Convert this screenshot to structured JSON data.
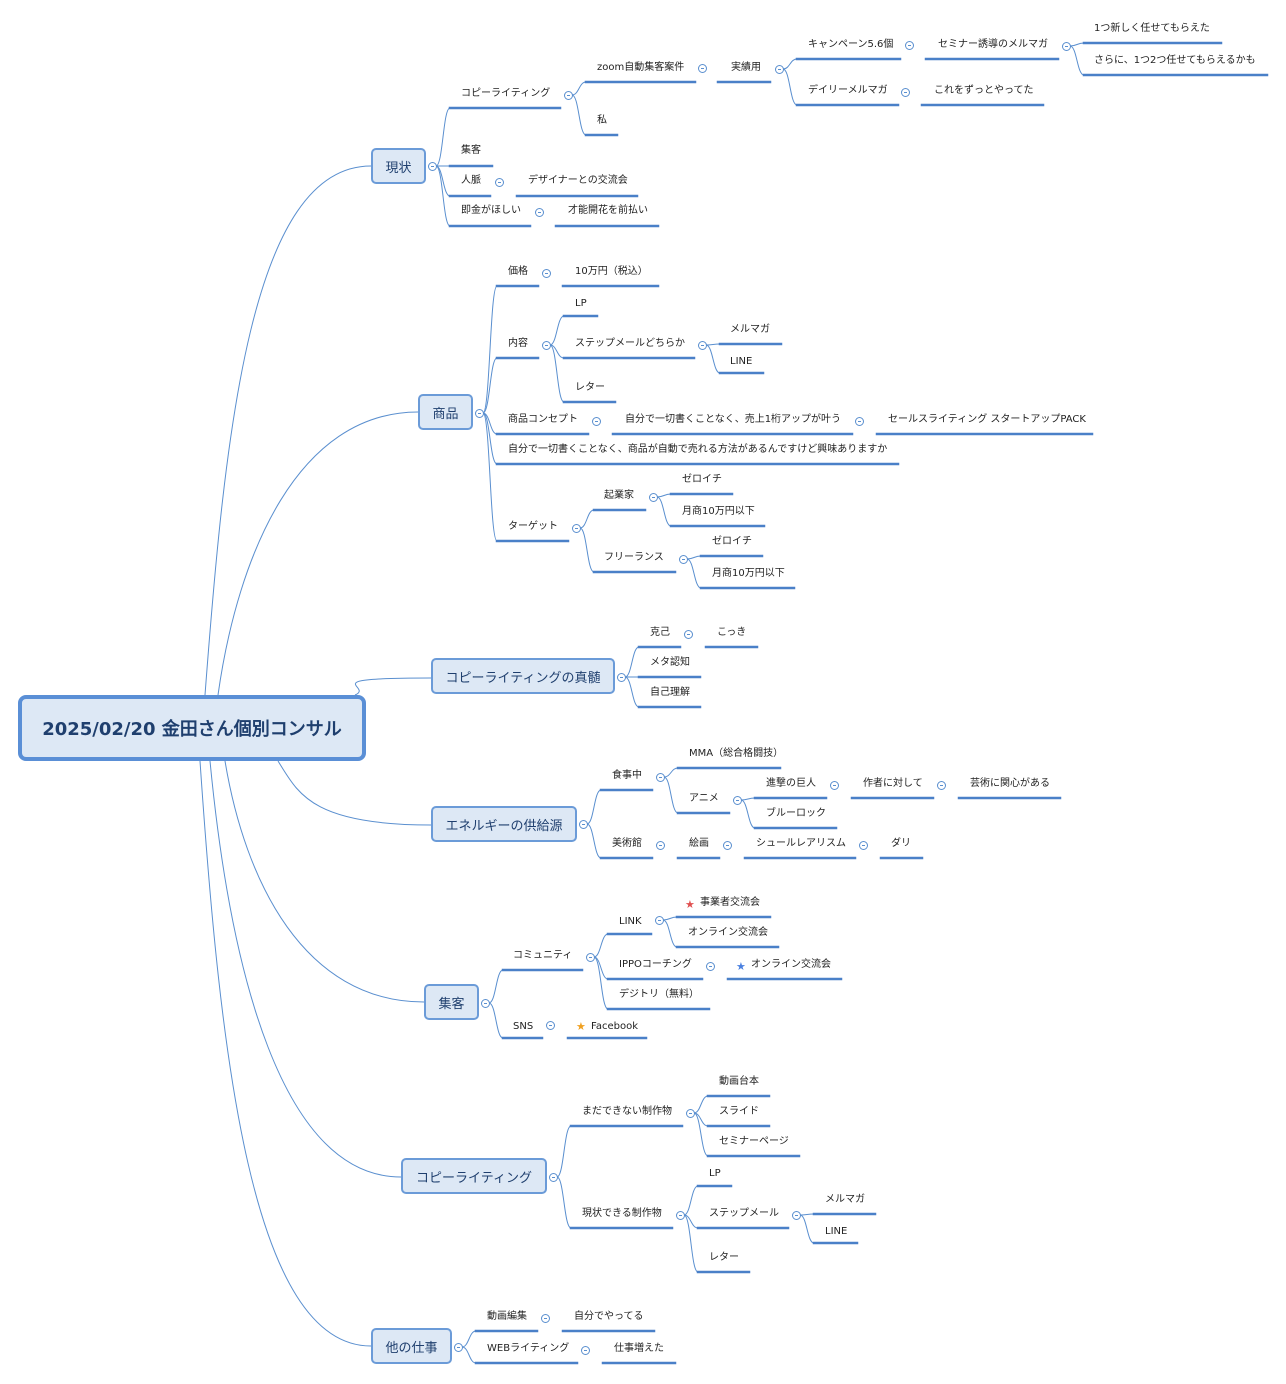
{
  "title": "2025/02/20 金田さん個別コンサル",
  "branches": {
    "genjo": "現状",
    "shohin": "商品",
    "shinzui": "コピーライティングの真髄",
    "energy": "エネルギーの供給源",
    "shukyaku": "集客",
    "copy": "コピーライティング",
    "hoka": "他の仕事"
  },
  "labels": {
    "g_copy": "コピーライティング",
    "g_zoom": "zoom自動集客案件",
    "g_jisseki": "実績用",
    "g_campaign": "キャンペーン5.6個",
    "g_seminar": "セミナー誘導のメルマガ",
    "g_one": "1つ新しく任せてもらえた",
    "g_more": "さらに、1つ2つ任せてもらえるかも",
    "g_daily": "デイリーメルマガ",
    "g_zutto": "これをずっとやってた",
    "g_watashi": "私",
    "g_shukyaku": "集客",
    "g_jinmyaku": "人脈",
    "g_designer": "デザイナーとの交流会",
    "g_sokkin": "即金がほしい",
    "g_sainou": "才能開花を前払い",
    "s_kakaku": "価格",
    "s_10man": "10万円（税込）",
    "s_naiyou": "内容",
    "s_lp": "LP",
    "s_step": "ステップメールどちらか",
    "s_merumaga": "メルマガ",
    "s_line": "LINE",
    "s_letter": "レター",
    "s_concept": "商品コンセプト",
    "s_jibun1": "自分で一切書くことなく、売上1桁アップが叶う",
    "s_pack": "セールスライティング スタートアップPACK",
    "s_jibun2": "自分で一切書くことなく、商品が自動で売れる方法があるんですけど興味ありますか",
    "s_target": "ターゲット",
    "s_kigyou": "起業家",
    "s_zeroichi1": "ゼロイチ",
    "s_gessho1": "月商10万円以下",
    "s_free": "フリーランス",
    "s_zeroichi2": "ゼロイチ",
    "s_gessho2": "月商10万円以下",
    "c_kokki": "克己",
    "c_kokki2": "こっき",
    "c_meta": "メタ認知",
    "c_jiko": "自己理解",
    "e_shokuji": "食事中",
    "e_mma": "MMA（総合格闘技）",
    "e_anime": "アニメ",
    "e_shingeki": "進撃の巨人",
    "e_sakusha": "作者に対して",
    "e_geijutsu": "芸術に関心がある",
    "e_bluelock": "ブルーロック",
    "e_bijutsukan": "美術館",
    "e_kaiga": "絵画",
    "e_surreal": "シュールレアリスム",
    "e_dali": "ダリ",
    "k_community": "コミュニティ",
    "k_link": "LINK",
    "k_jigyousha": "事業者交流会",
    "k_online1": "オンライン交流会",
    "k_ippo": "IPPOコーチング",
    "k_online2": "オンライン交流会",
    "k_dejitori": "デジトリ（無料）",
    "k_sns": "SNS",
    "k_facebook": "Facebook",
    "w_madada": "まだできない制作物",
    "w_douga": "動画台本",
    "w_slide": "スライド",
    "w_seminarpage": "セミナーページ",
    "w_genjo": "現状できる制作物",
    "w_lp": "LP",
    "w_step": "ステップメール",
    "w_merumaga": "メルマガ",
    "w_line": "LINE",
    "w_letter": "レター",
    "h_douga": "動画編集",
    "h_jibun": "自分でやってる",
    "h_web": "WEBライティング",
    "h_fueta": "仕事増えた"
  },
  "colors": {
    "line": "#5a8fcf",
    "node_fill": "#dde8f5",
    "node_border": "#6b9bd8",
    "star_red": "#e05050",
    "star_blue": "#4a80e0",
    "star_orange": "#f0a020"
  },
  "icons": [
    "collapse-toggle-icon",
    "red-star-icon",
    "blue-star-icon",
    "orange-star-icon"
  ]
}
